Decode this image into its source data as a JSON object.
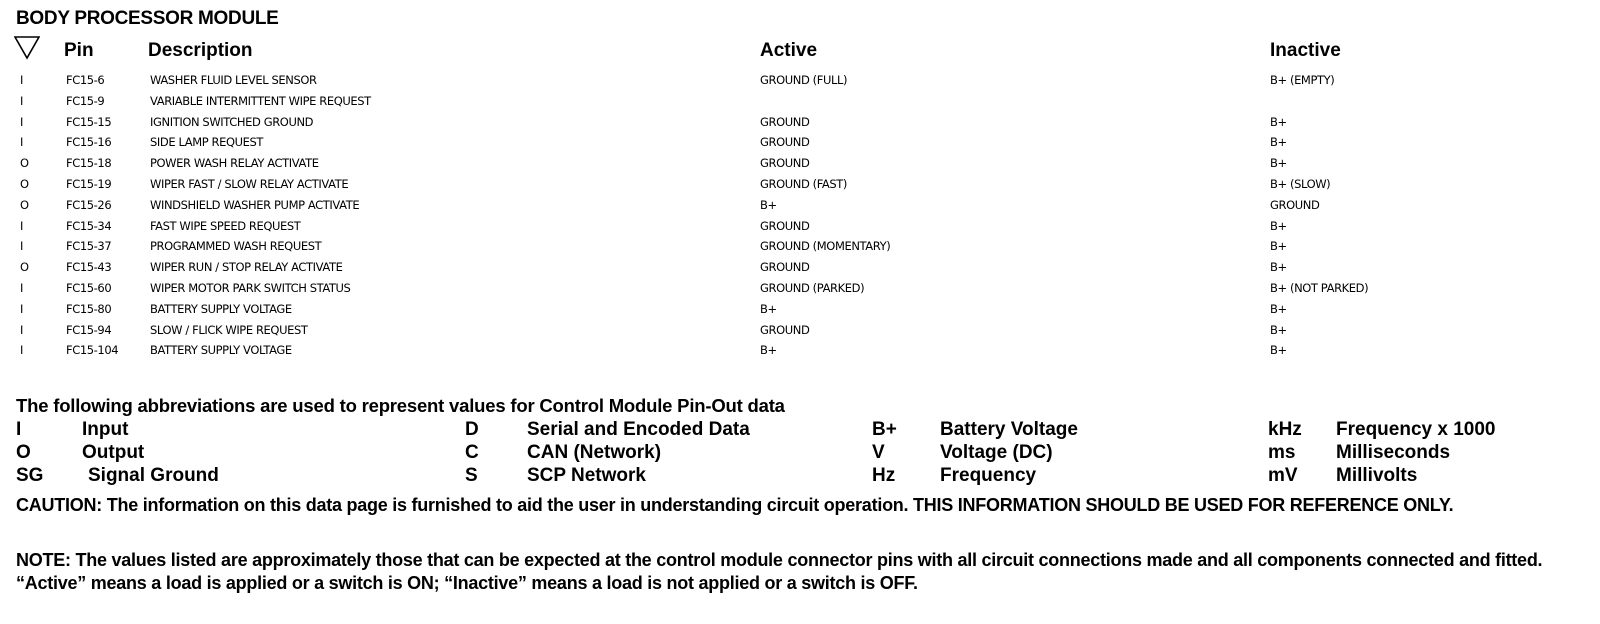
{
  "title": "BODY PROCESSOR MODULE",
  "headers": {
    "pin": "Pin",
    "description": "Description",
    "active": "Active",
    "inactive": "Inactive"
  },
  "header_icon": "triangle-down-icon",
  "rows": [
    {
      "io": "I",
      "pin": "FC15-6",
      "description": "WASHER FLUID LEVEL SENSOR",
      "active": "GROUND (FULL)",
      "inactive": "B+ (EMPTY)"
    },
    {
      "io": "I",
      "pin": "FC15-9",
      "description": "VARIABLE INTERMITTENT WIPE REQUEST",
      "active": "",
      "inactive": ""
    },
    {
      "io": "I",
      "pin": "FC15-15",
      "description": "IGNITION SWITCHED GROUND",
      "active": "GROUND",
      "inactive": "B+"
    },
    {
      "io": "I",
      "pin": "FC15-16",
      "description": "SIDE LAMP REQUEST",
      "active": "GROUND",
      "inactive": "B+"
    },
    {
      "io": "O",
      "pin": "FC15-18",
      "description": "POWER WASH RELAY ACTIVATE",
      "active": "GROUND",
      "inactive": "B+"
    },
    {
      "io": "O",
      "pin": "FC15-19",
      "description": "WIPER FAST / SLOW RELAY ACTIVATE",
      "active": "GROUND (FAST)",
      "inactive": "B+ (SLOW)"
    },
    {
      "io": "O",
      "pin": "FC15-26",
      "description": "WINDSHIELD WASHER PUMP ACTIVATE",
      "active": "B+",
      "inactive": "GROUND"
    },
    {
      "io": "I",
      "pin": "FC15-34",
      "description": "FAST WIPE SPEED REQUEST",
      "active": "GROUND",
      "inactive": "B+"
    },
    {
      "io": "I",
      "pin": "FC15-37",
      "description": "PROGRAMMED WASH REQUEST",
      "active": "GROUND (MOMENTARY)",
      "inactive": "B+"
    },
    {
      "io": "O",
      "pin": "FC15-43",
      "description": "WIPER RUN / STOP RELAY ACTIVATE",
      "active": "GROUND",
      "inactive": "B+"
    },
    {
      "io": "I",
      "pin": "FC15-60",
      "description": "WIPER MOTOR PARK SWITCH STATUS",
      "active": "GROUND (PARKED)",
      "inactive": "B+ (NOT PARKED)"
    },
    {
      "io": "I",
      "pin": "FC15-80",
      "description": "BATTERY SUPPLY VOLTAGE",
      "active": "B+",
      "inactive": "B+"
    },
    {
      "io": "I",
      "pin": "FC15-94",
      "description": "SLOW / FLICK WIPE REQUEST",
      "active": "GROUND",
      "inactive": "B+"
    },
    {
      "io": "I",
      "pin": "FC15-104",
      "description": "BATTERY SUPPLY VOLTAGE",
      "active": "B+",
      "inactive": "B+"
    }
  ],
  "abbreviations_title": "The following abbreviations are used to represent values for Control Module Pin-Out data",
  "abbreviations": [
    [
      {
        "code": "I",
        "meaning": "Input"
      },
      {
        "code": "D",
        "meaning": "Serial and Encoded Data"
      },
      {
        "code": "B+",
        "meaning": "Battery Voltage"
      },
      {
        "code": "kHz",
        "meaning": "Frequency x 1000"
      }
    ],
    [
      {
        "code": "O",
        "meaning": "Output"
      },
      {
        "code": "C",
        "meaning": "CAN (Network)"
      },
      {
        "code": "V",
        "meaning": "Voltage (DC)"
      },
      {
        "code": "ms",
        "meaning": "Milliseconds"
      }
    ],
    [
      {
        "code": "SG",
        "meaning": "Signal Ground"
      },
      {
        "code": "S",
        "meaning": "SCP Network"
      },
      {
        "code": "Hz",
        "meaning": "Frequency"
      },
      {
        "code": "mV",
        "meaning": "Millivolts"
      }
    ]
  ],
  "caution": "CAUTION: The information on this data page is furnished to aid the user in understanding circuit operation.  THIS INFORMATION SHOULD BE USED FOR REFERENCE ONLY.",
  "note": "NOTE: The values listed are approximately those that can be expected at the control module connector pins with all circuit connections made and all components connected and fitted.  “Active” means a load is applied or a switch is ON; “Inactive” means a load is not applied or a switch is OFF."
}
